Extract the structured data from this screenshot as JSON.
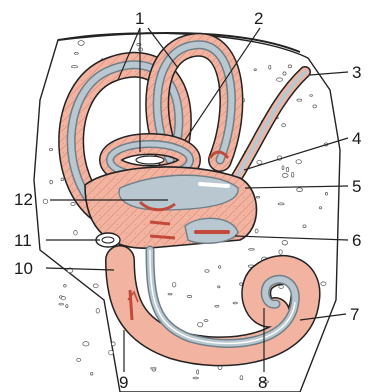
{
  "labels": [
    "1",
    "2",
    "3",
    "4",
    "5",
    "6",
    "7",
    "8",
    "9",
    "10",
    "11",
    "12"
  ],
  "colors": {
    "bone": "#ffffff",
    "pore": "#ffffff",
    "pore_stroke": "#555555",
    "perilymph": "#f2b3a0",
    "perilymph_light": "#f7c9b8",
    "endolymph": "#b9c8d0",
    "membrane": "#6f7f88",
    "outline": "#222222",
    "highlight": "#ffffff",
    "accent_red": "#c24a3a"
  }
}
